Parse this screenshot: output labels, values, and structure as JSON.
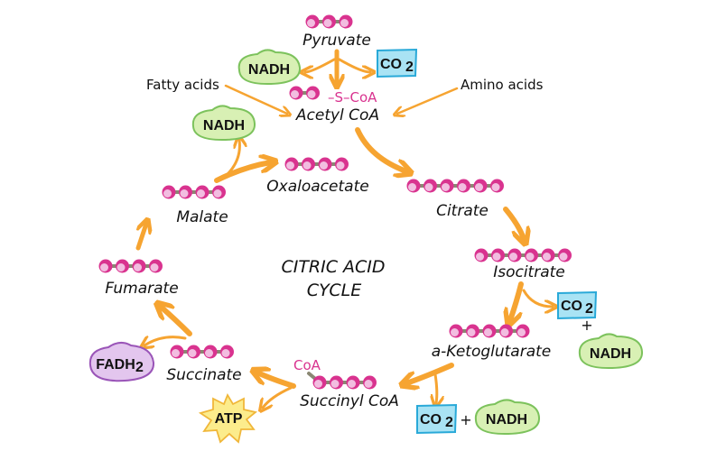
{
  "title": {
    "line1": "CITRIC ACID",
    "line2": "CYCLE"
  },
  "colors": {
    "arrow": "#f6a431",
    "bead_outer": "#d9338f",
    "bead_inner": "#f2bde0",
    "bond": "#8a8873",
    "nadh_fill": "#d8f0b4",
    "nadh_stroke": "#7cc25c",
    "co2_fill": "#a9e3f4",
    "co2_stroke": "#29a9d8",
    "fadh_fill": "#e3c6ee",
    "fadh_stroke": "#9a55b8",
    "atp_fill": "#fcec8c",
    "atp_stroke": "#f0b73a",
    "coa_text": "#d9338f"
  },
  "molecules": [
    {
      "name": "Pyruvate",
      "carbons": 3
    },
    {
      "name": "Acetyl CoA",
      "carbons": 2,
      "suffix": "–S–CoA"
    },
    {
      "name": "Oxaloacetate",
      "carbons": 4
    },
    {
      "name": "Citrate",
      "carbons": 6
    },
    {
      "name": "Isocitrate",
      "carbons": 6
    },
    {
      "name": "a-Ketoglutarate",
      "carbons": 5
    },
    {
      "name": "Succinyl CoA",
      "carbons": 4,
      "prefix": "CoA"
    },
    {
      "name": "Succinate",
      "carbons": 4
    },
    {
      "name": "Fumarate",
      "carbons": 4
    },
    {
      "name": "Malate",
      "carbons": 4
    }
  ],
  "inputs": {
    "fatty_acids": "Fatty acids",
    "amino_acids": "Amino acids"
  },
  "products": {
    "nadh": "NADH",
    "co2": "CO",
    "co2_sub": "2",
    "fadh": "FADH",
    "fadh_sub": "2",
    "atp": "ATP",
    "plus": "+"
  }
}
